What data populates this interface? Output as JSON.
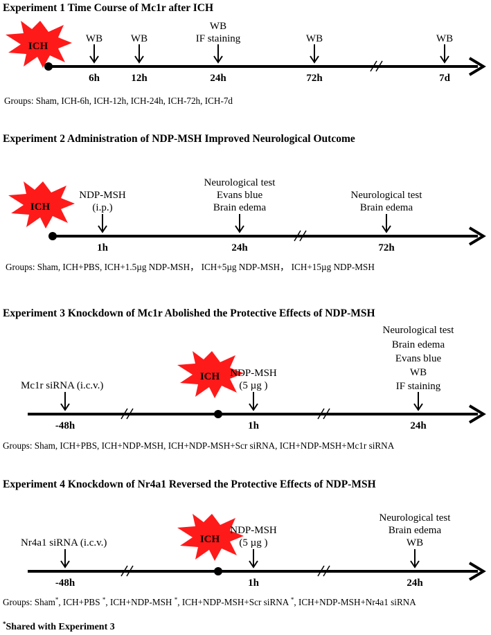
{
  "experiments": [
    {
      "title": "Experiment 1 Time Course of Mc1r after ICH",
      "ich_label": "ICH",
      "events": [
        {
          "time": "6h",
          "labels": [
            "WB"
          ]
        },
        {
          "time": "12h",
          "labels": [
            "WB"
          ]
        },
        {
          "time": "24h",
          "labels": [
            "WB",
            "IF staining"
          ]
        },
        {
          "time": "72h",
          "labels": [
            "WB"
          ]
        },
        {
          "time": "7d",
          "labels": [
            "WB"
          ]
        }
      ],
      "groups": "Groups: Sham, ICH-6h, ICH-12h, ICH-24h,  ICH-72h, ICH-7d"
    },
    {
      "title": "Experiment 2 Administration of NDP-MSH Improved Neurological Outcome",
      "ich_label": "ICH",
      "events": [
        {
          "time": "1h",
          "labels": [
            "NDP-MSH",
            "(i.p.)"
          ]
        },
        {
          "time": "24h",
          "labels": [
            "Neurological test",
            "Evans blue",
            "Brain edema"
          ]
        },
        {
          "time": "72h",
          "labels": [
            "Neurological test",
            "Brain edema"
          ]
        }
      ],
      "groups": "Groups: Sham, ICH+PBS, ICH+1.5µg NDP-MSH， ICH+5µg NDP-MSH，  ICH+15µg NDP-MSH"
    },
    {
      "title": "Experiment 3 Knockdown of Mc1r Abolished the Protective Effects of NDP-MSH",
      "ich_label": "ICH",
      "events": [
        {
          "time": "-48h",
          "labels": [
            "Mc1r siRNA  (i.c.v.)"
          ]
        },
        {
          "time": "1h",
          "labels": [
            "NDP-MSH",
            "(5 µg )"
          ]
        },
        {
          "time": "24h",
          "labels": [
            "Neurological test",
            "Brain edema",
            "Evans blue",
            "WB",
            "IF staining"
          ]
        }
      ],
      "groups": "Groups: Sham, ICH+PBS, ICH+NDP-MSH, ICH+NDP-MSH+Scr siRNA,  ICH+NDP-MSH+Mc1r siRNA"
    },
    {
      "title": "Experiment 4 Knockdown of Nr4a1 Reversed the Protective Effects of NDP-MSH",
      "ich_label": "ICH",
      "events": [
        {
          "time": "-48h",
          "labels": [
            "Nr4a1 siRNA (i.c.v.)"
          ]
        },
        {
          "time": "1h",
          "labels": [
            "NDP-MSH",
            "(5 µg )"
          ]
        },
        {
          "time": "24h",
          "labels": [
            "Neurological test",
            "Brain edema",
            "WB"
          ]
        }
      ],
      "groups_parts": [
        {
          "text": "Groups: Sham",
          "sup": "*"
        },
        {
          "text": ", ICH+PBS ",
          "sup": "*"
        },
        {
          "text": ", ICH+NDP-MSH ",
          "sup": "*"
        },
        {
          "text": ", ICH+NDP-MSH+Scr siRNA ",
          "sup": "*"
        },
        {
          "text": ",  ICH+NDP-MSH+Nr4a1 siRNA",
          "sup": ""
        }
      ]
    }
  ],
  "footnote": {
    "mark": "*",
    "text": "Shared with Experiment 3"
  },
  "colors": {
    "star_fill": "#ff1a1a",
    "line": "#000000"
  }
}
